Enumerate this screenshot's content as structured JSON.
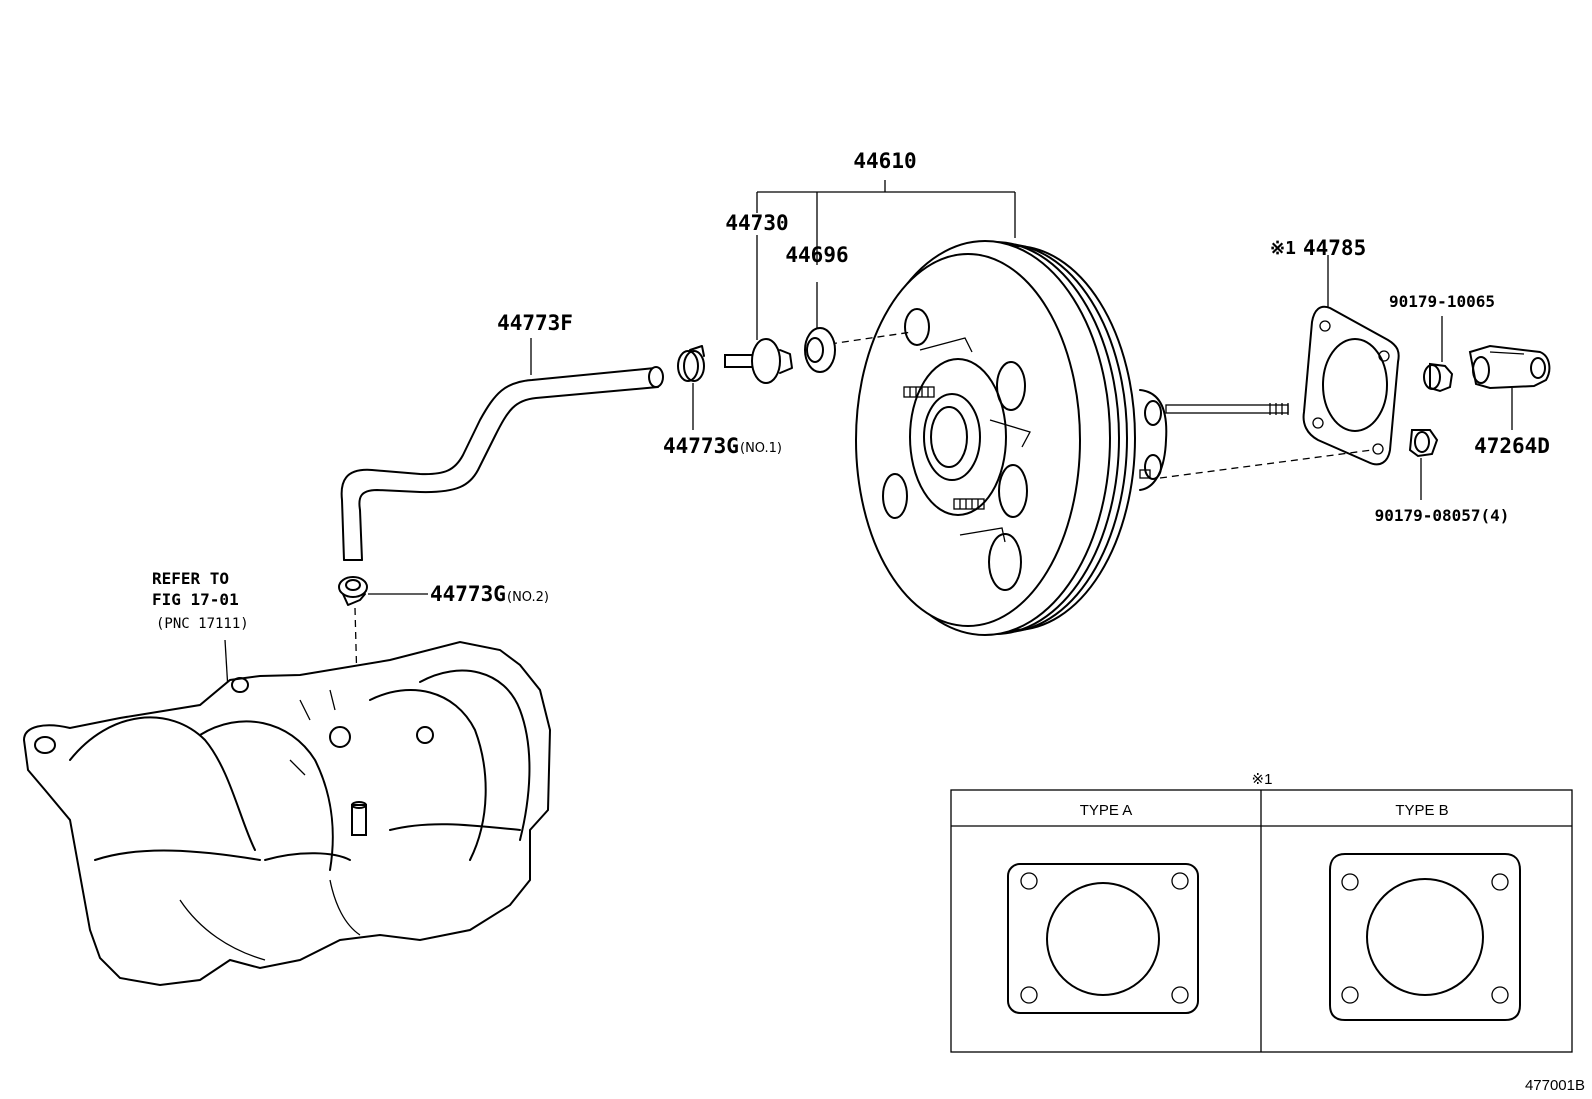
{
  "parts": {
    "booster_assy": "44610",
    "check_valve": "44730",
    "grommet": "44696",
    "vacuum_hose": "44773F",
    "clip_no1": "44773G",
    "clip_no1_tag": "(NO.1)",
    "clip_no2": "44773G",
    "clip_no2_tag": "(NO.2)",
    "gasket": "44785",
    "gasket_mark": "※1",
    "nut_upper": "90179-10065",
    "clevis": "47264D",
    "nut_lower": "90179-08057(4)"
  },
  "refer": {
    "line1": "REFER TO",
    "line2": "FIG 17-01",
    "line3": "(PNC 17111)"
  },
  "inset": {
    "mark": "※1",
    "type_a": "TYPE A",
    "type_b": "TYPE B"
  },
  "illustration_code": "477001B"
}
